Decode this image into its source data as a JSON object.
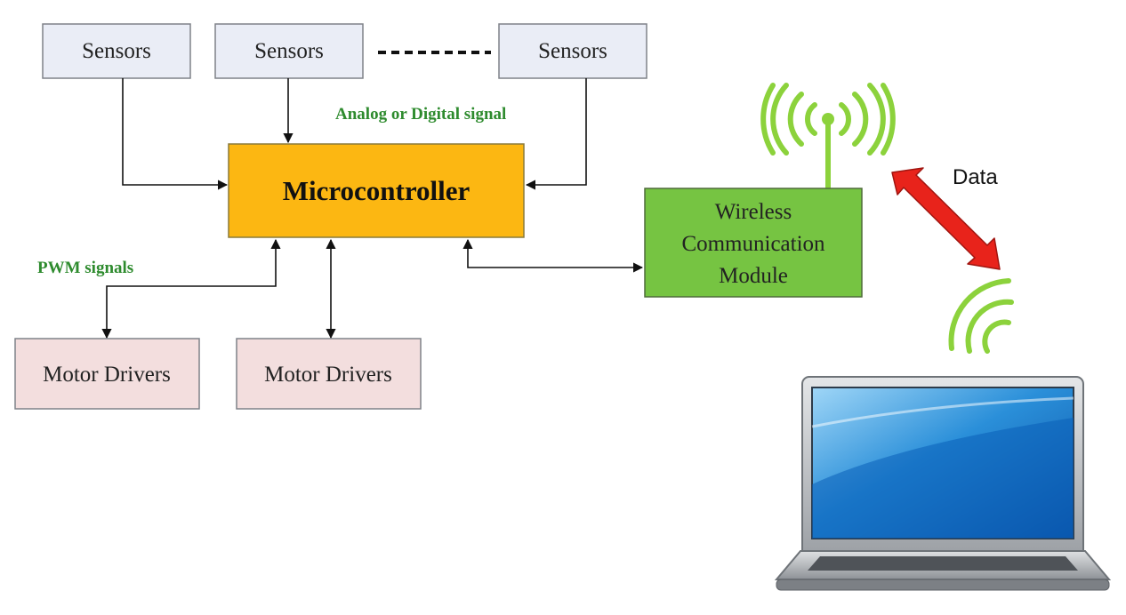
{
  "sensors": [
    {
      "label": "Sensors"
    },
    {
      "label": "Sensors"
    },
    {
      "label": "Sensors"
    }
  ],
  "microcontroller": {
    "label": "Microcontroller"
  },
  "signal_label": "Analog or Digital signal",
  "pwm_label": "PWM signals",
  "motor_drivers": [
    {
      "label": "Motor Drivers"
    },
    {
      "label": "Motor Drivers"
    }
  ],
  "wireless_module": {
    "line1": "Wireless",
    "line2": "Communication",
    "line3": "Module"
  },
  "data_label": "Data",
  "colors": {
    "sensor_fill": "#eaedf6",
    "microcontroller_fill": "#fcb712",
    "motor_fill": "#f3dede",
    "wireless_fill": "#76c442",
    "signal_green": "#8cd23c",
    "data_arrow": "#e8231b"
  }
}
